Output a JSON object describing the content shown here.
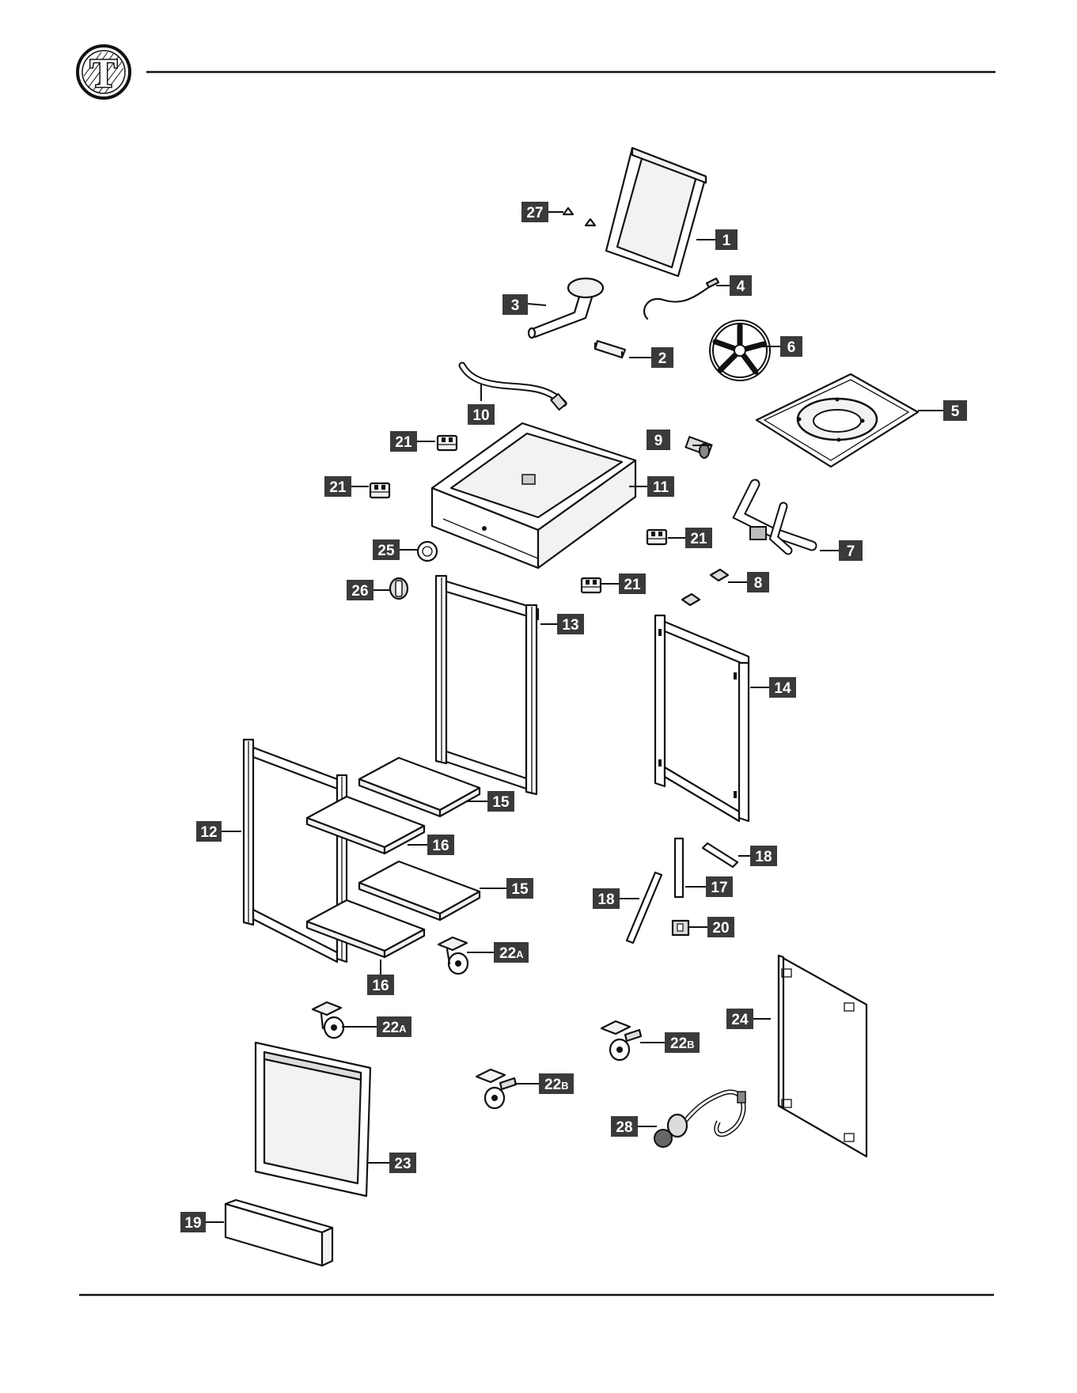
{
  "logo": {
    "letter": "T"
  },
  "colors": {
    "ink": "#111111",
    "badge": "#3a3a3a",
    "badge_text": "#ffffff",
    "paper": "#ffffff"
  },
  "callouts": {
    "c1": "1",
    "c2": "2",
    "c3": "3",
    "c4": "4",
    "c5": "5",
    "c6": "6",
    "c7": "7",
    "c8": "8",
    "c9": "9",
    "c10": "10",
    "c11": "11",
    "c12": "12",
    "c13": "13",
    "c14": "14",
    "c15a": "15",
    "c15b": "15",
    "c16a": "16",
    "c16b": "16",
    "c17": "17",
    "c18a": "18",
    "c18b": "18",
    "c19": "19",
    "c20": "20",
    "c21a": "21",
    "c21b": "21",
    "c21c": "21",
    "c21d": "21",
    "c22a_1": "22",
    "c22a_1s": "A",
    "c22a_2": "22",
    "c22a_2s": "A",
    "c22b_1": "22",
    "c22b_1s": "B",
    "c22b_2": "22",
    "c22b_2s": "B",
    "c23": "23",
    "c24": "24",
    "c25": "25",
    "c26": "26",
    "c27": "27",
    "c28": "28"
  }
}
